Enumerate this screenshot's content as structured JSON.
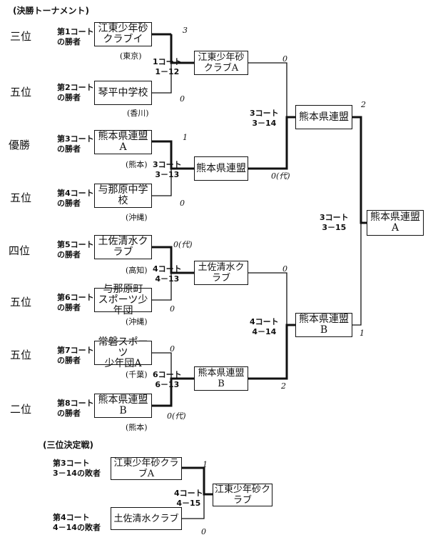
{
  "title": "(決勝トーナメント)",
  "third_place_title": "(三位決定戦)",
  "slots": [
    {
      "rank": "三位",
      "label": "第1コート\nの勝者",
      "team": "江東少年砂\nクラブイ",
      "pref": "(東京)",
      "score": "3"
    },
    {
      "rank": "五位",
      "label": "第2コート\nの勝者",
      "team": "琴平中学校",
      "pref": "(香川)",
      "score": "0"
    },
    {
      "rank": "優勝",
      "label": "第3コート\nの勝者",
      "team": "熊本県連盟A",
      "pref": "(熊本)",
      "score": "1"
    },
    {
      "rank": "五位",
      "label": "第4コート\nの勝者",
      "team": "与那原中学校",
      "pref": "(沖縄)",
      "score": "0"
    },
    {
      "rank": "四位",
      "label": "第5コート\nの勝者",
      "team": "土佐清水クラブ",
      "pref": "(高知)",
      "score": "0(代)"
    },
    {
      "rank": "五位",
      "label": "第6コート\nの勝者",
      "team": "与那原町\nスポーツ少年団",
      "pref": "(沖縄)",
      "score": "0"
    },
    {
      "rank": "五位",
      "label": "第7コート\nの勝者",
      "team": "常磐スポーツ\n少年団A",
      "pref": "(千葉)",
      "score": "0"
    },
    {
      "rank": "二位",
      "label": "第8コート\nの勝者",
      "team": "熊本県連盟B",
      "pref": "(熊本)",
      "score": "0(代)"
    }
  ],
  "round2": [
    {
      "court": "1コート\n1－12",
      "team": "江東少年砂クラブA",
      "score": "0"
    },
    {
      "court": "3コート\n3－13",
      "team": "熊本県連盟",
      "score": "0(代)"
    },
    {
      "court": "4コート\n4－13",
      "team": "土佐清水クラブ",
      "score": "0"
    },
    {
      "court": "6コート\n6－13",
      "team": "熊本県連盟B",
      "score": "2"
    }
  ],
  "semis": [
    {
      "court": "3コート\n3－14",
      "team": "熊本県連盟",
      "score": "2"
    },
    {
      "court": "4コート\n4－14",
      "team": "熊本県連盟B",
      "score": "1"
    }
  ],
  "final": {
    "court": "3コート\n3－15",
    "team": "熊本県連盟A"
  },
  "third_place": {
    "slots": [
      {
        "label": "第3コート\n3－14の敗者",
        "team": "江東少年砂クラブA",
        "score": "1"
      },
      {
        "label": "第4コート\n4－14の敗者",
        "team": "土佐清水クラブ",
        "score": "0"
      }
    ],
    "court": "4コート\n4－15",
    "winner": "江東少年砂クラブ"
  }
}
